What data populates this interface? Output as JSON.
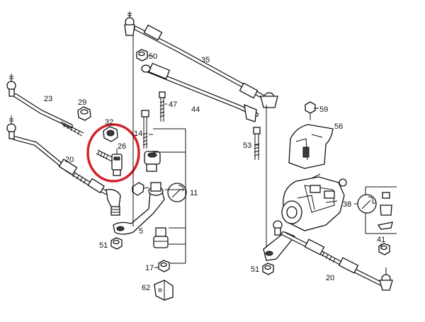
{
  "labels": {
    "l23": "23",
    "l20a": "20",
    "l29": "29",
    "l32": "32",
    "l26": "26",
    "l14": "14",
    "l47": "47",
    "l44": "44",
    "l35": "35",
    "l50": "50",
    "l11": "11",
    "l5": "5",
    "l51a": "51",
    "l17": "17",
    "l62": "62",
    "l59": "59",
    "l56": "56",
    "l53": "53",
    "l38": "38",
    "l41": "41",
    "l51b": "51",
    "l20b": "20"
  },
  "colors": {
    "line": "#111111",
    "highlight_circle": "#d3202a",
    "background": "#ffffff"
  }
}
